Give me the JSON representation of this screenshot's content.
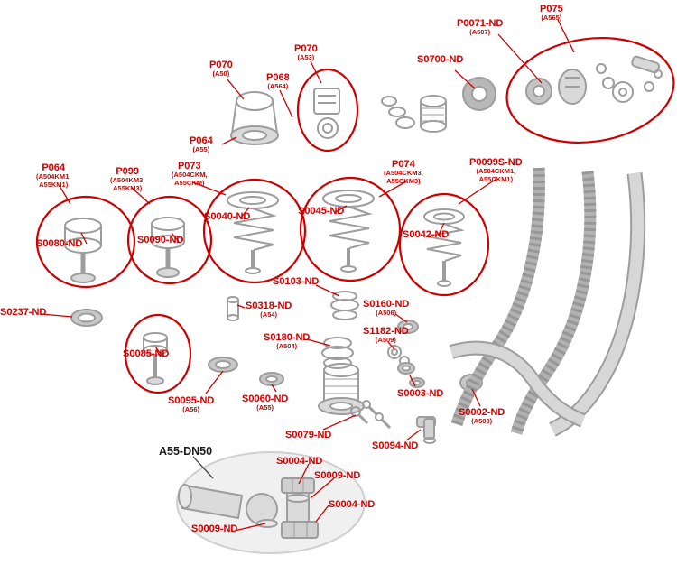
{
  "palette": {
    "accent_red": "#cc0000",
    "line_gray": "#9d9d9d",
    "fill_gray": "#d9d9d9",
    "light_gray": "#f0f0f0"
  },
  "labels": [
    {
      "id": "p070-a",
      "text": "P070",
      "sub": "(A50)"
    },
    {
      "id": "p068",
      "text": "P068",
      "sub": "(A564)"
    },
    {
      "id": "p070-b",
      "text": "P070",
      "sub": "(A53)"
    },
    {
      "id": "p064-mid",
      "text": "P064",
      "sub": "(A55)"
    },
    {
      "id": "p0071-nd",
      "text": "P0071-ND",
      "sub": "(A507)"
    },
    {
      "id": "p075",
      "text": "P075",
      "sub": "(A565)"
    },
    {
      "id": "s0700-nd",
      "text": "S0700-ND"
    },
    {
      "id": "p064",
      "text": "P064",
      "sub": "(A504KM1,",
      "sub2": "A55KM1)"
    },
    {
      "id": "p099",
      "text": "P099",
      "sub": "(A504KM3,",
      "sub2": "A55KM3)"
    },
    {
      "id": "p073",
      "text": "P073",
      "sub": "(A504CKM,",
      "sub2": "A55CKM)"
    },
    {
      "id": "p074",
      "text": "P074",
      "sub": "(A504CKM3,",
      "sub2": "A55CKM3)"
    },
    {
      "id": "p0099s-nd",
      "text": "P0099S-ND",
      "sub": "(A504CKM1,",
      "sub2": "A55CKM1)"
    },
    {
      "id": "s0080-nd",
      "text": "S0080-ND"
    },
    {
      "id": "s0090-nd",
      "text": "S0090-ND"
    },
    {
      "id": "s0040-nd",
      "text": "S0040-ND"
    },
    {
      "id": "s0045-nd",
      "text": "S0045-ND"
    },
    {
      "id": "s0042-nd",
      "text": "S0042-ND"
    },
    {
      "id": "s0085-nd",
      "text": "S0085-ND"
    },
    {
      "id": "s0237-nd",
      "text": "S0237-ND"
    },
    {
      "id": "s0318-nd",
      "text": "S0318-ND",
      "sub": "(A54)"
    },
    {
      "id": "s0103-nd",
      "text": "S0103-ND"
    },
    {
      "id": "s0160-nd",
      "text": "S0160-ND",
      "sub": "(A506)"
    },
    {
      "id": "s0180-nd",
      "text": "S0180-ND",
      "sub": "(A504)"
    },
    {
      "id": "s1182-nd",
      "text": "S1182-ND",
      "sub": "(A509)"
    },
    {
      "id": "s0095-nd",
      "text": "S0095-ND",
      "sub": "(A56)"
    },
    {
      "id": "s0060-nd",
      "text": "S0060-ND",
      "sub": "(A55)"
    },
    {
      "id": "s0003-nd",
      "text": "S0003-ND"
    },
    {
      "id": "s0002-nd",
      "text": "S0002-ND",
      "sub": "(A508)"
    },
    {
      "id": "s0079-nd",
      "text": "S0079-ND"
    },
    {
      "id": "s0094-nd",
      "text": "S0094-ND"
    },
    {
      "id": "a55-dn50",
      "text": "A55-DN50"
    },
    {
      "id": "s0004-nd-1",
      "text": "S0004-ND"
    },
    {
      "id": "s0009-nd-1",
      "text": "S0009-ND"
    },
    {
      "id": "s0004-nd-2",
      "text": "S0004-ND"
    },
    {
      "id": "s0009-nd-2",
      "text": "S0009-ND"
    }
  ]
}
